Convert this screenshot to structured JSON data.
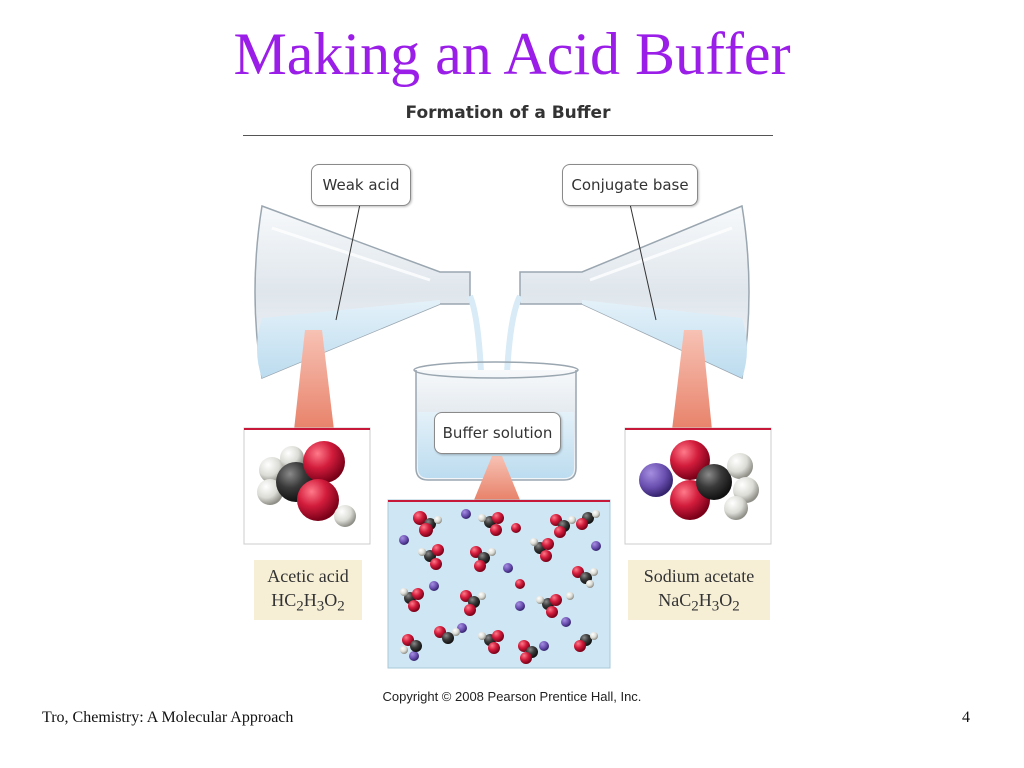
{
  "slide": {
    "title": "Making an Acid Buffer",
    "page_number": "4",
    "footer": "Tro, Chemistry: A Molecular Approach"
  },
  "figure": {
    "title": "Formation of a Buffer",
    "callouts": {
      "weak_acid": "Weak acid",
      "conjugate_base": "Conjugate base",
      "buffer_solution": "Buffer solution"
    },
    "labels": {
      "acetic_acid": {
        "name": "Acetic acid",
        "formula_parts": [
          "HC",
          "2",
          "H",
          "3",
          "O",
          "2"
        ]
      },
      "sodium_acetate": {
        "name": "Sodium acetate",
        "formula_parts": [
          "NaC",
          "2",
          "H",
          "3",
          "O",
          "2"
        ]
      }
    },
    "copyright": "Copyright © 2008 Pearson Prentice Hall, Inc."
  },
  "colors": {
    "title": "#9b1ee8",
    "oxygen": "#c8183a",
    "carbon": "#333333",
    "hydrogen": "#e6e6e2",
    "sodium": "#6a4fb0",
    "solution": "#c9e3f2",
    "connector": "#f0a090"
  }
}
